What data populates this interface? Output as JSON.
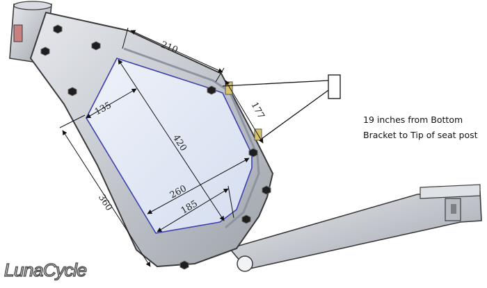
{
  "dimensions": [
    {
      "id": "top-tube",
      "label": "210"
    },
    {
      "id": "seat-tube",
      "label": "177"
    },
    {
      "id": "upper-inner",
      "label": "135"
    },
    {
      "id": "diagonal",
      "label": "420"
    },
    {
      "id": "lower-width",
      "label": "260"
    },
    {
      "id": "inner-bottom",
      "label": "185"
    },
    {
      "id": "down-tube",
      "label": "360"
    }
  ],
  "note": {
    "line1": "19 inches from Bottom",
    "line2": "Bracket to Tip of seat post"
  },
  "logo": {
    "text": "LunaCycle"
  },
  "colors": {
    "frame_fill": "#c9ccd1",
    "frame_outline": "#3a3a3a",
    "inner_panel": "#dde6f3",
    "inner_outline": "#3b3fb0",
    "dimension_line": "#111111",
    "bolt": "#1e1e1e"
  }
}
